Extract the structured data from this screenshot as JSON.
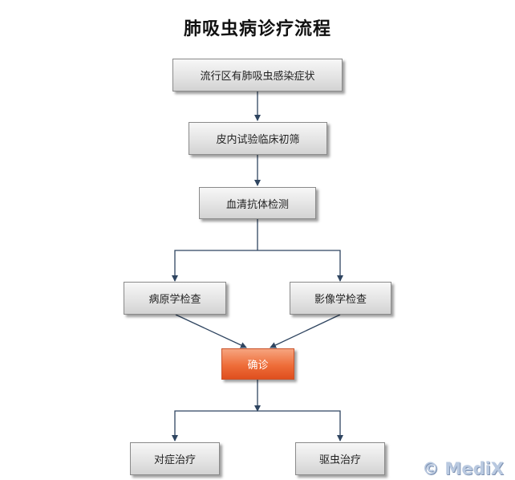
{
  "title": "肺吸虫病诊疗流程",
  "nodes": {
    "symptoms": "流行区有肺吸虫感染症状",
    "skin_test": "皮内试验临床初筛",
    "serology": "血清抗体检测",
    "pathology": "病原学检查",
    "imaging": "影像学检查",
    "diagnosis": "确诊",
    "symptomatic": "对症治疗",
    "antiparasitic": "驱虫治疗"
  },
  "watermark": "© MediX",
  "colors": {
    "edge": "#2f4560",
    "highlight": "#ee6d39"
  }
}
